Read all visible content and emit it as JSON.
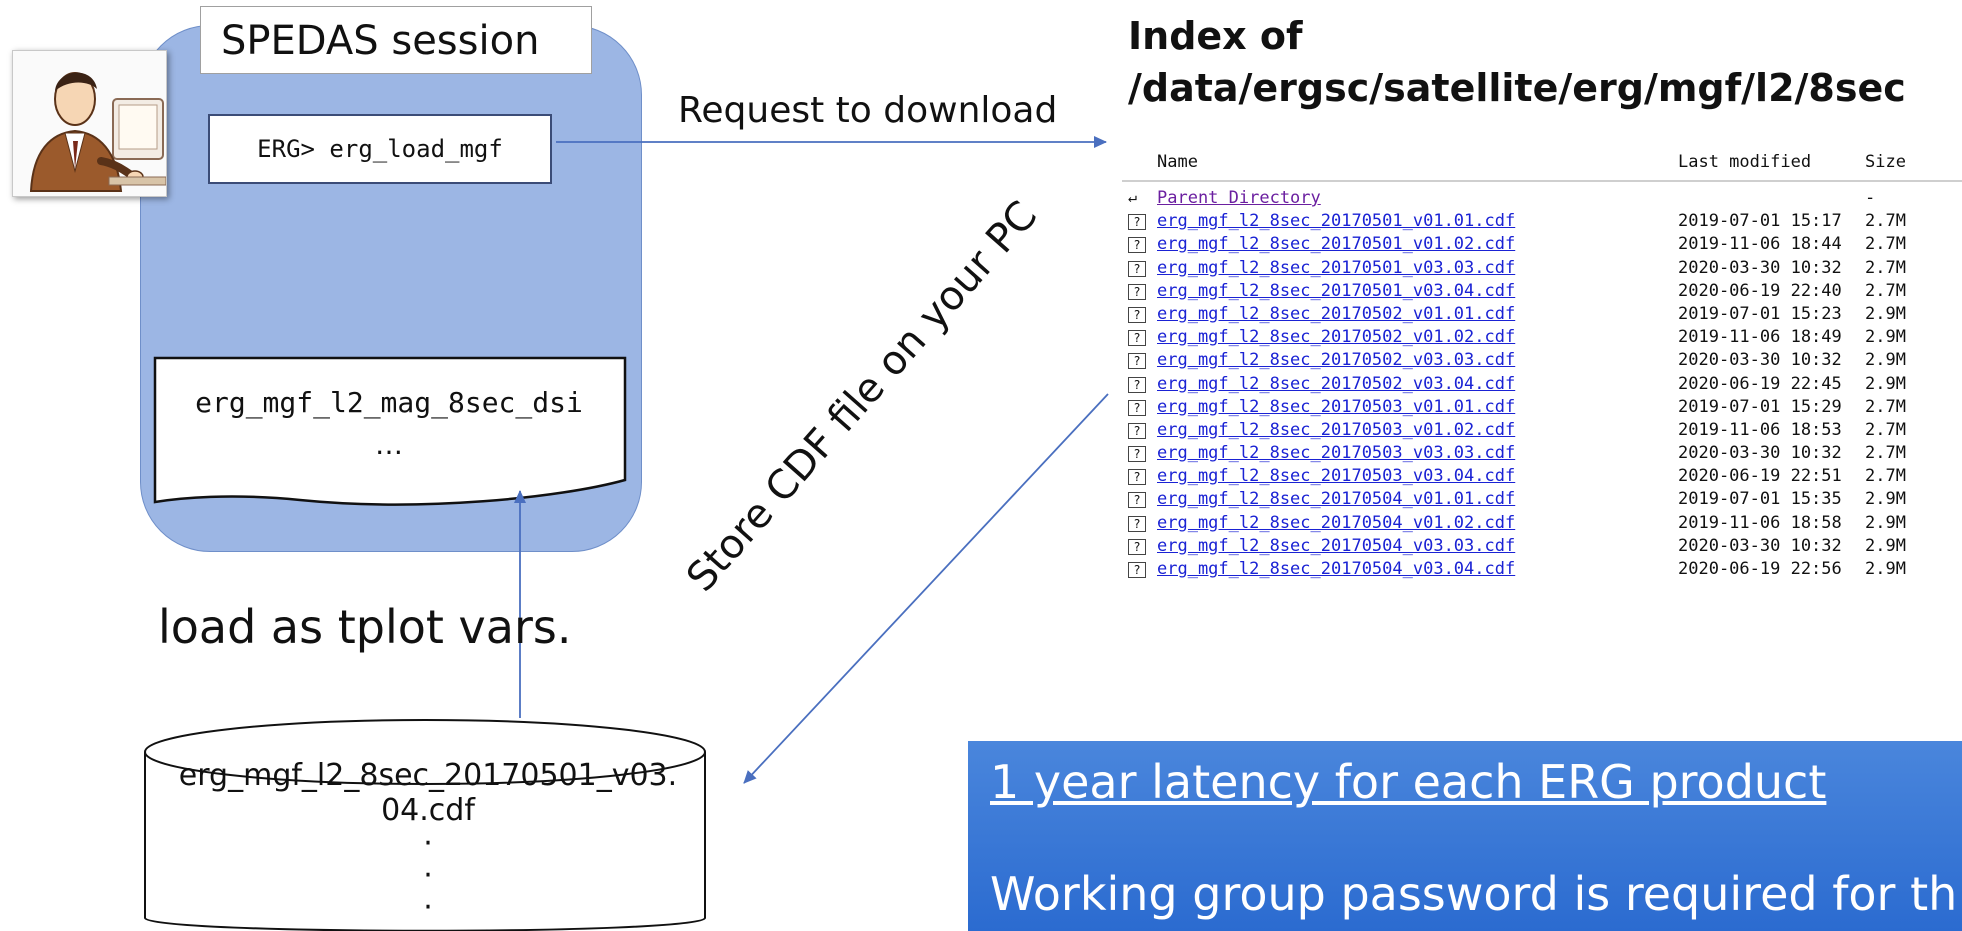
{
  "session": {
    "title": "SPEDAS session",
    "command": "ERG> erg_load_mgf",
    "var_name": "erg_mgf_l2_mag_8sec_dsi",
    "var_more": "…"
  },
  "labels": {
    "request": "Request to download",
    "store": "Store CDF file on your PC",
    "load": "load as tplot vars."
  },
  "storage": {
    "line1": "erg_mgf_l2_8sec_20170501_v03.",
    "line2": "04.cdf",
    "dots": "·\n·\n·"
  },
  "index": {
    "heading_line1": "Index of",
    "heading_line2": "/data/ergsc/satellite/erg/mgf/l2/8sec",
    "col_name": "Name",
    "col_modified": "Last modified",
    "col_size": "Size",
    "parent_label": "Parent Directory",
    "parent_size": "-",
    "rows": [
      {
        "name": "erg_mgf_l2_8sec_20170501_v01.01.cdf",
        "modified": "2019-07-01 15:17",
        "size": "2.7M"
      },
      {
        "name": "erg_mgf_l2_8sec_20170501_v01.02.cdf",
        "modified": "2019-11-06 18:44",
        "size": "2.7M"
      },
      {
        "name": "erg_mgf_l2_8sec_20170501_v03.03.cdf",
        "modified": "2020-03-30 10:32",
        "size": "2.7M"
      },
      {
        "name": "erg_mgf_l2_8sec_20170501_v03.04.cdf",
        "modified": "2020-06-19 22:40",
        "size": "2.7M"
      },
      {
        "name": "erg_mgf_l2_8sec_20170502_v01.01.cdf",
        "modified": "2019-07-01 15:23",
        "size": "2.9M"
      },
      {
        "name": "erg_mgf_l2_8sec_20170502_v01.02.cdf",
        "modified": "2019-11-06 18:49",
        "size": "2.9M"
      },
      {
        "name": "erg_mgf_l2_8sec_20170502_v03.03.cdf",
        "modified": "2020-03-30 10:32",
        "size": "2.9M"
      },
      {
        "name": "erg_mgf_l2_8sec_20170502_v03.04.cdf",
        "modified": "2020-06-19 22:45",
        "size": "2.9M"
      },
      {
        "name": "erg_mgf_l2_8sec_20170503_v01.01.cdf",
        "modified": "2019-07-01 15:29",
        "size": "2.7M"
      },
      {
        "name": "erg_mgf_l2_8sec_20170503_v01.02.cdf",
        "modified": "2019-11-06 18:53",
        "size": "2.7M"
      },
      {
        "name": "erg_mgf_l2_8sec_20170503_v03.03.cdf",
        "modified": "2020-03-30 10:32",
        "size": "2.7M"
      },
      {
        "name": "erg_mgf_l2_8sec_20170503_v03.04.cdf",
        "modified": "2020-06-19 22:51",
        "size": "2.7M"
      },
      {
        "name": "erg_mgf_l2_8sec_20170504_v01.01.cdf",
        "modified": "2019-07-01 15:35",
        "size": "2.9M"
      },
      {
        "name": "erg_mgf_l2_8sec_20170504_v01.02.cdf",
        "modified": "2019-11-06 18:58",
        "size": "2.9M"
      },
      {
        "name": "erg_mgf_l2_8sec_20170504_v03.03.cdf",
        "modified": "2020-03-30 10:32",
        "size": "2.9M"
      },
      {
        "name": "erg_mgf_l2_8sec_20170504_v03.04.cdf",
        "modified": "2020-06-19 22:56",
        "size": "2.9M"
      }
    ]
  },
  "callout": {
    "line1": "1 year latency for each ERG product",
    "line2": "Working group password is required for th"
  },
  "colors": {
    "panel": "#9cb6e4",
    "arrow": "#4a6fbf",
    "link": "#1a22d4",
    "callout": "#2b6bd0"
  }
}
